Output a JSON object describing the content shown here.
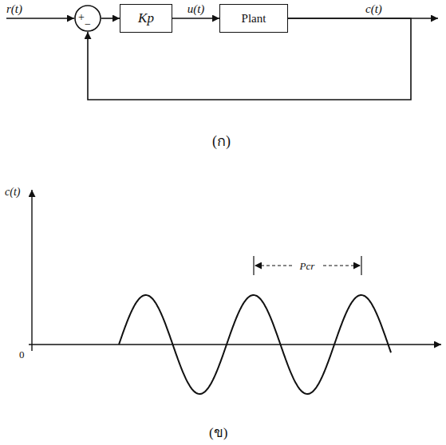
{
  "diagram": {
    "nodes": [
      {
        "text": [
          "+",
          "−"
        ]
      },
      {
        "text": [
          "Kp"
        ]
      },
      {
        "text": [
          "Plant"
        ]
      }
    ],
    "edges": [
      {
        "from": 0,
        "to": 1,
        "arrow": "to"
      },
      {
        "from": 1,
        "to": 2,
        "label": "u(t)",
        "arrow": "to"
      },
      {
        "from": 2,
        "to": 0,
        "arrow": "to"
      }
    ],
    "labels": [
      "r(t)",
      "c(t)",
      "(ก)",
      "c(t)",
      "0",
      "Pcr",
      "(ข)"
    ]
  }
}
